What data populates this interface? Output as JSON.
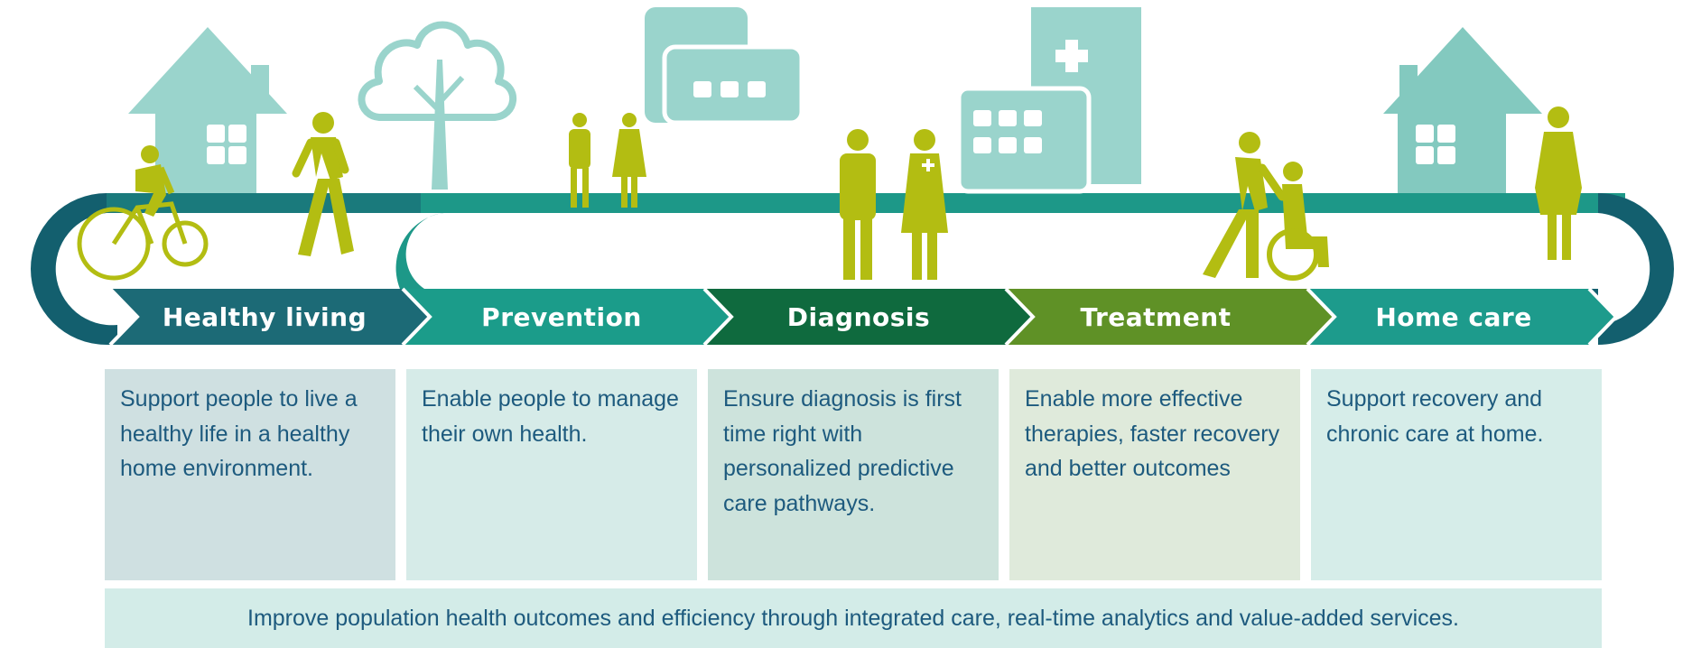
{
  "stages": [
    {
      "label": "Healthy living",
      "description": "Support people to live a healthy life in a healthy home environment.",
      "color": "#1c6a76",
      "box_color": "#cfe0e1"
    },
    {
      "label": "Prevention",
      "description": "Enable people to manage their own health.",
      "color": "#1b9c8a",
      "box_color": "#d6ebe8"
    },
    {
      "label": "Diagnosis",
      "description": "Ensure diagnosis is first time right with personalized predictive care pathways.",
      "color": "#0f6a3e",
      "box_color": "#cde3dc"
    },
    {
      "label": "Treatment",
      "description": "Enable more effective therapies, faster recovery and better outcomes",
      "color": "#5f9126",
      "box_color": "#dfeadb"
    },
    {
      "label": "Home care",
      "description": "Support recovery and chronic care at home.",
      "color": "#1d9b8c",
      "box_color": "#d6ede9"
    }
  ],
  "summary": "Improve population health outcomes and efficiency through integrated care, real-time analytics and value-added services.",
  "colors": {
    "icon_light": "#9ad4cc",
    "figure": "#b3bd12",
    "path_teal": "#1d9888",
    "path_dark": "#135f6e"
  }
}
